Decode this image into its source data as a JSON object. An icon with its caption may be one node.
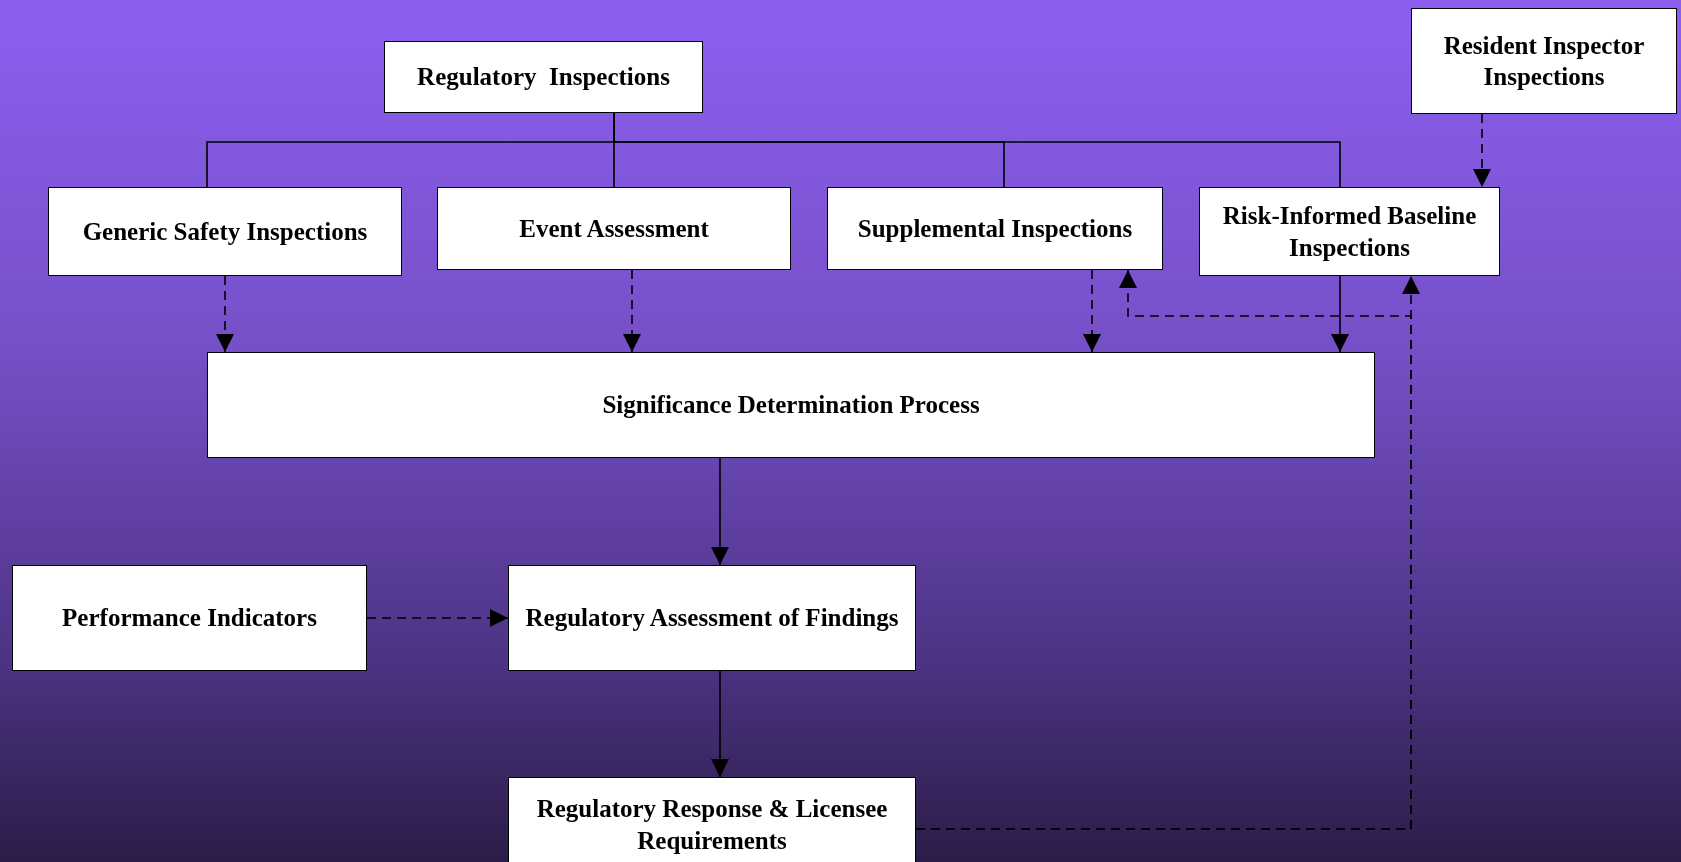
{
  "diagram": {
    "nodes": [
      {
        "text": [
          "Regulatory  Inspections"
        ]
      },
      {
        "text": [
          "Resident Inspector Inspections"
        ]
      },
      {
        "text": [
          "Generic Safety Inspections"
        ]
      },
      {
        "text": [
          "Event Assessment"
        ]
      },
      {
        "text": [
          "Supplemental Inspections"
        ]
      },
      {
        "text": [
          "Risk-Informed Baseline Inspections"
        ]
      },
      {
        "text": [
          "Significance Determination Process"
        ]
      },
      {
        "text": [
          "Performance Indicators"
        ]
      },
      {
        "text": [
          "Regulatory Assessment of Findings"
        ]
      },
      {
        "text": [
          "Regulatory Response & Licensee Requirements"
        ]
      }
    ],
    "edges": [
      {
        "from": 0,
        "to": 2,
        "arrow": "none"
      },
      {
        "from": 0,
        "to": 3,
        "arrow": "none"
      },
      {
        "from": 0,
        "to": 4,
        "arrow": "none"
      },
      {
        "from": 0,
        "to": 5,
        "arrow": "none"
      },
      {
        "from": 1,
        "to": 5,
        "arrow": "to",
        "style": "dashed"
      },
      {
        "from": 2,
        "to": 6,
        "arrow": "to",
        "style": "dashed"
      },
      {
        "from": 3,
        "to": 6,
        "arrow": "to",
        "style": "dashed"
      },
      {
        "from": 4,
        "to": 6,
        "arrow": "to",
        "style": "dashed"
      },
      {
        "from": 5,
        "to": 6,
        "arrow": "to"
      },
      {
        "from": 6,
        "to": 8,
        "arrow": "to"
      },
      {
        "from": 7,
        "to": 8,
        "arrow": "to",
        "style": "dashed"
      },
      {
        "from": 8,
        "to": 9,
        "arrow": "to"
      },
      {
        "from": 9,
        "to": 5,
        "arrow": "to",
        "style": "dashed"
      },
      {
        "from": 9,
        "to": 4,
        "arrow": "to",
        "style": "dashed"
      }
    ]
  }
}
